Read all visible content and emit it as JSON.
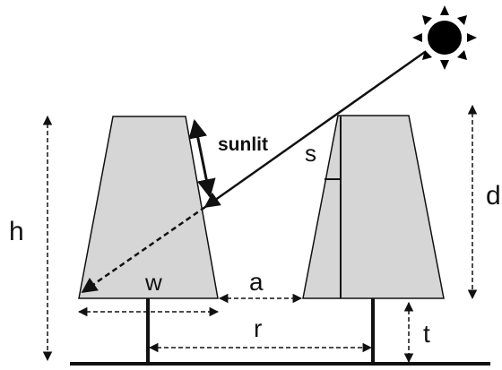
{
  "labels": {
    "h": "h",
    "sunlit": "sunlit",
    "s": "s",
    "d": "d",
    "w": "w",
    "a": "a",
    "r": "r",
    "t": "t"
  },
  "colors": {
    "crown_fill": "#d6d6d6",
    "line": "#111111",
    "sun": "#000000"
  },
  "icons": {
    "sun": "sun-icon"
  }
}
